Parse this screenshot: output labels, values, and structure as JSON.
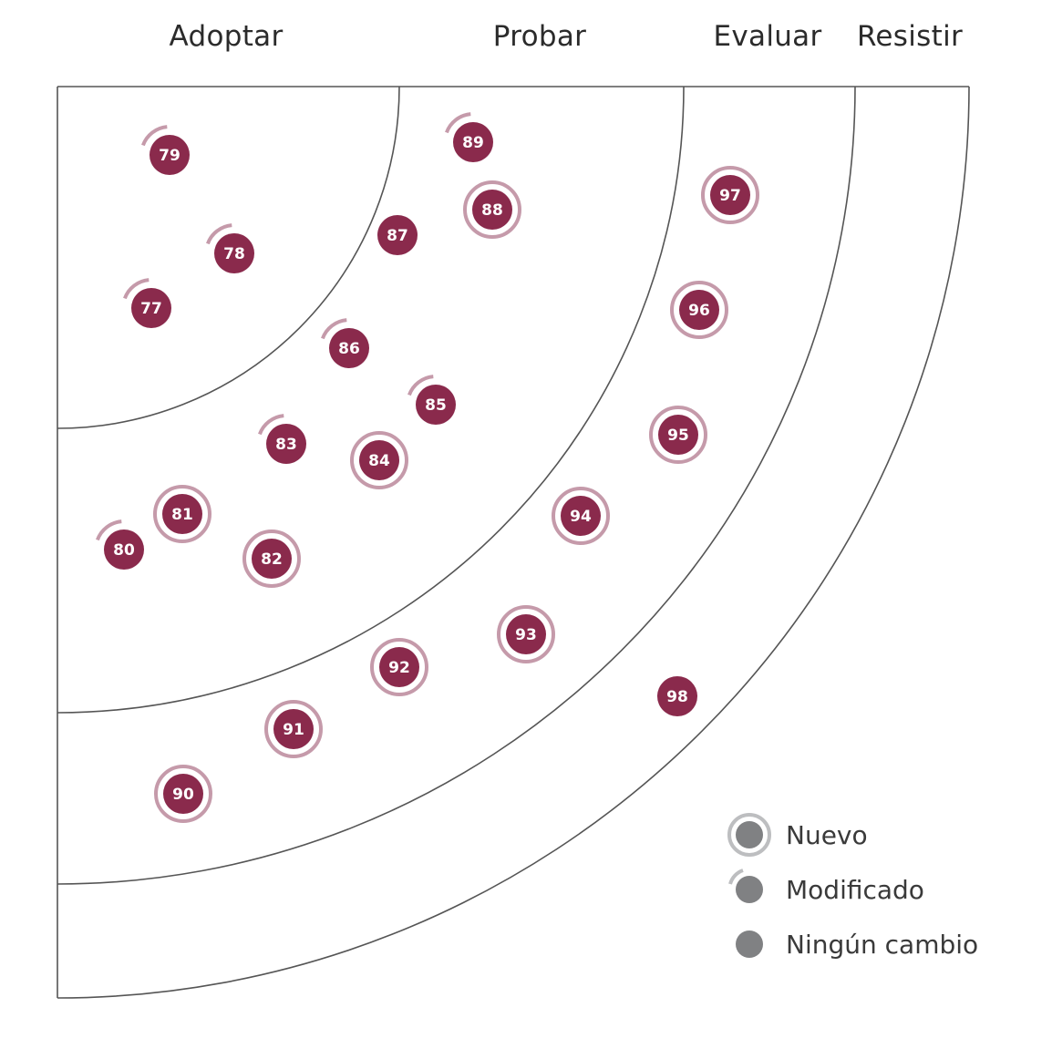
{
  "rings": [
    {
      "id": "adoptar",
      "label": "Adoptar"
    },
    {
      "id": "probar",
      "label": "Probar"
    },
    {
      "id": "evaluar",
      "label": "Evaluar"
    },
    {
      "id": "resistir",
      "label": "Resistir"
    }
  ],
  "legend": [
    {
      "status": "new",
      "label": "Nuevo"
    },
    {
      "status": "moved",
      "label": "Modificado"
    },
    {
      "status": "none",
      "label": "Ningún cambio"
    }
  ],
  "colors": {
    "blip": "#8a2a4c",
    "blip_ring": "#c59aaa",
    "legend_fill": "#808183",
    "legend_ring": "#bdbec0",
    "arc_line": "#555555"
  },
  "blips": [
    {
      "number": "77",
      "status": "moved"
    },
    {
      "number": "78",
      "status": "moved"
    },
    {
      "number": "79",
      "status": "moved"
    },
    {
      "number": "80",
      "status": "moved"
    },
    {
      "number": "81",
      "status": "new"
    },
    {
      "number": "82",
      "status": "new"
    },
    {
      "number": "83",
      "status": "moved"
    },
    {
      "number": "84",
      "status": "new"
    },
    {
      "number": "85",
      "status": "moved"
    },
    {
      "number": "86",
      "status": "moved"
    },
    {
      "number": "87",
      "status": "none"
    },
    {
      "number": "88",
      "status": "new"
    },
    {
      "number": "89",
      "status": "moved"
    },
    {
      "number": "90",
      "status": "new"
    },
    {
      "number": "91",
      "status": "new"
    },
    {
      "number": "92",
      "status": "new"
    },
    {
      "number": "93",
      "status": "new"
    },
    {
      "number": "94",
      "status": "new"
    },
    {
      "number": "95",
      "status": "new"
    },
    {
      "number": "96",
      "status": "new"
    },
    {
      "number": "97",
      "status": "new"
    },
    {
      "number": "98",
      "status": "none"
    }
  ]
}
